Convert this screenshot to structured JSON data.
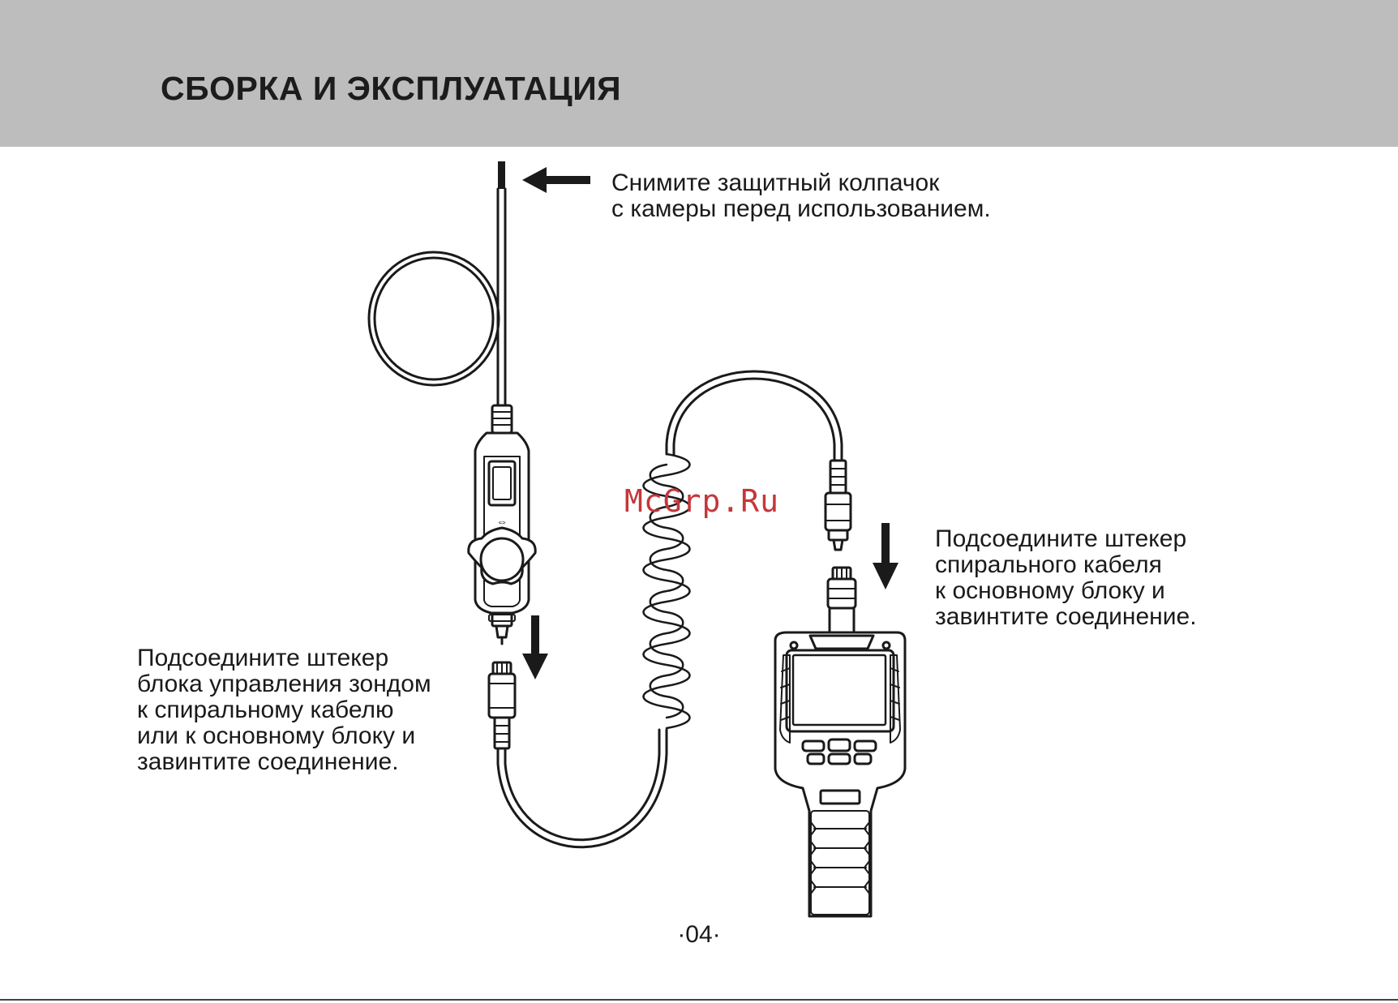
{
  "header": {
    "title": "СБОРКА И ЭКСПЛУАТАЦИЯ"
  },
  "instructions": {
    "remove_cap": "Снимите защитный колпачок\nс камеры перед использованием.",
    "connect_coil": "Подсоедините штекер\nспирального кабеля\nк основному блоку и\nзавинтите соединение.",
    "connect_probe": "Подсоедините штекер\nблока управления зондом\nк спиральному кабелю\nили к основному блоку и\nзавинтите соединение."
  },
  "watermark": "McGrp.Ru",
  "page_number": "·04·"
}
